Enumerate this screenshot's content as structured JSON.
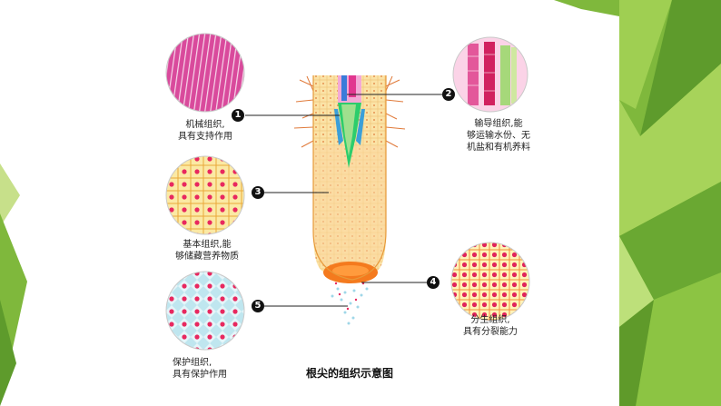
{
  "slide": {
    "caption": "根尖的组织示意图",
    "accent_colors": {
      "green_dark": "#5e9b2c",
      "green_light": "#a7d35a",
      "green_mid": "#7fb83c"
    }
  },
  "tissues": [
    {
      "id": "1",
      "num": "1",
      "label_line1": "机械组织,",
      "label_line2": "具有支持作用",
      "label_line3": ""
    },
    {
      "id": "2",
      "num": "2",
      "label_line1": "输导组织,能",
      "label_line2": "够运输水份、无",
      "label_line3": "机盐和有机养料"
    },
    {
      "id": "3",
      "num": "3",
      "label_line1": "基本组织,能",
      "label_line2": "够储藏营养物质",
      "label_line3": ""
    },
    {
      "id": "4",
      "num": "4",
      "label_line1": "分生组织,",
      "label_line2": "具有分裂能力",
      "label_line3": ""
    },
    {
      "id": "5",
      "num": "5",
      "label_line1": "保护组织,",
      "label_line2": "具有保护作用",
      "label_line3": ""
    }
  ]
}
